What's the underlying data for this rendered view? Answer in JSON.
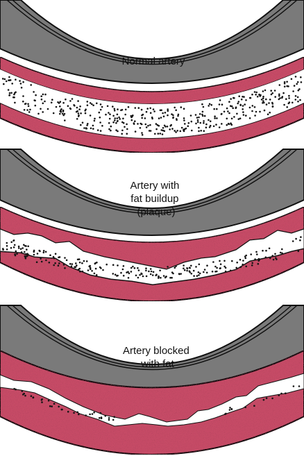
{
  "panels": [
    {
      "id": "normal",
      "label_lines": [
        "Normal artery"
      ]
    },
    {
      "id": "plaque",
      "label_lines": [
        "Artery with",
        "fat buildup",
        "(plaque)"
      ]
    },
    {
      "id": "blocked",
      "label_lines": [
        "Artery blocked",
        "with fat"
      ]
    }
  ],
  "colors": {
    "outer_band": "#7a7a7a",
    "outer_band_inner": "#9b9b9b",
    "outline": "#111111",
    "wall": "#c64c66",
    "wall_dark": "#8c2236",
    "plaque": "#b8425a",
    "lumen": "#ffffff",
    "blood_dot": "#151515"
  }
}
